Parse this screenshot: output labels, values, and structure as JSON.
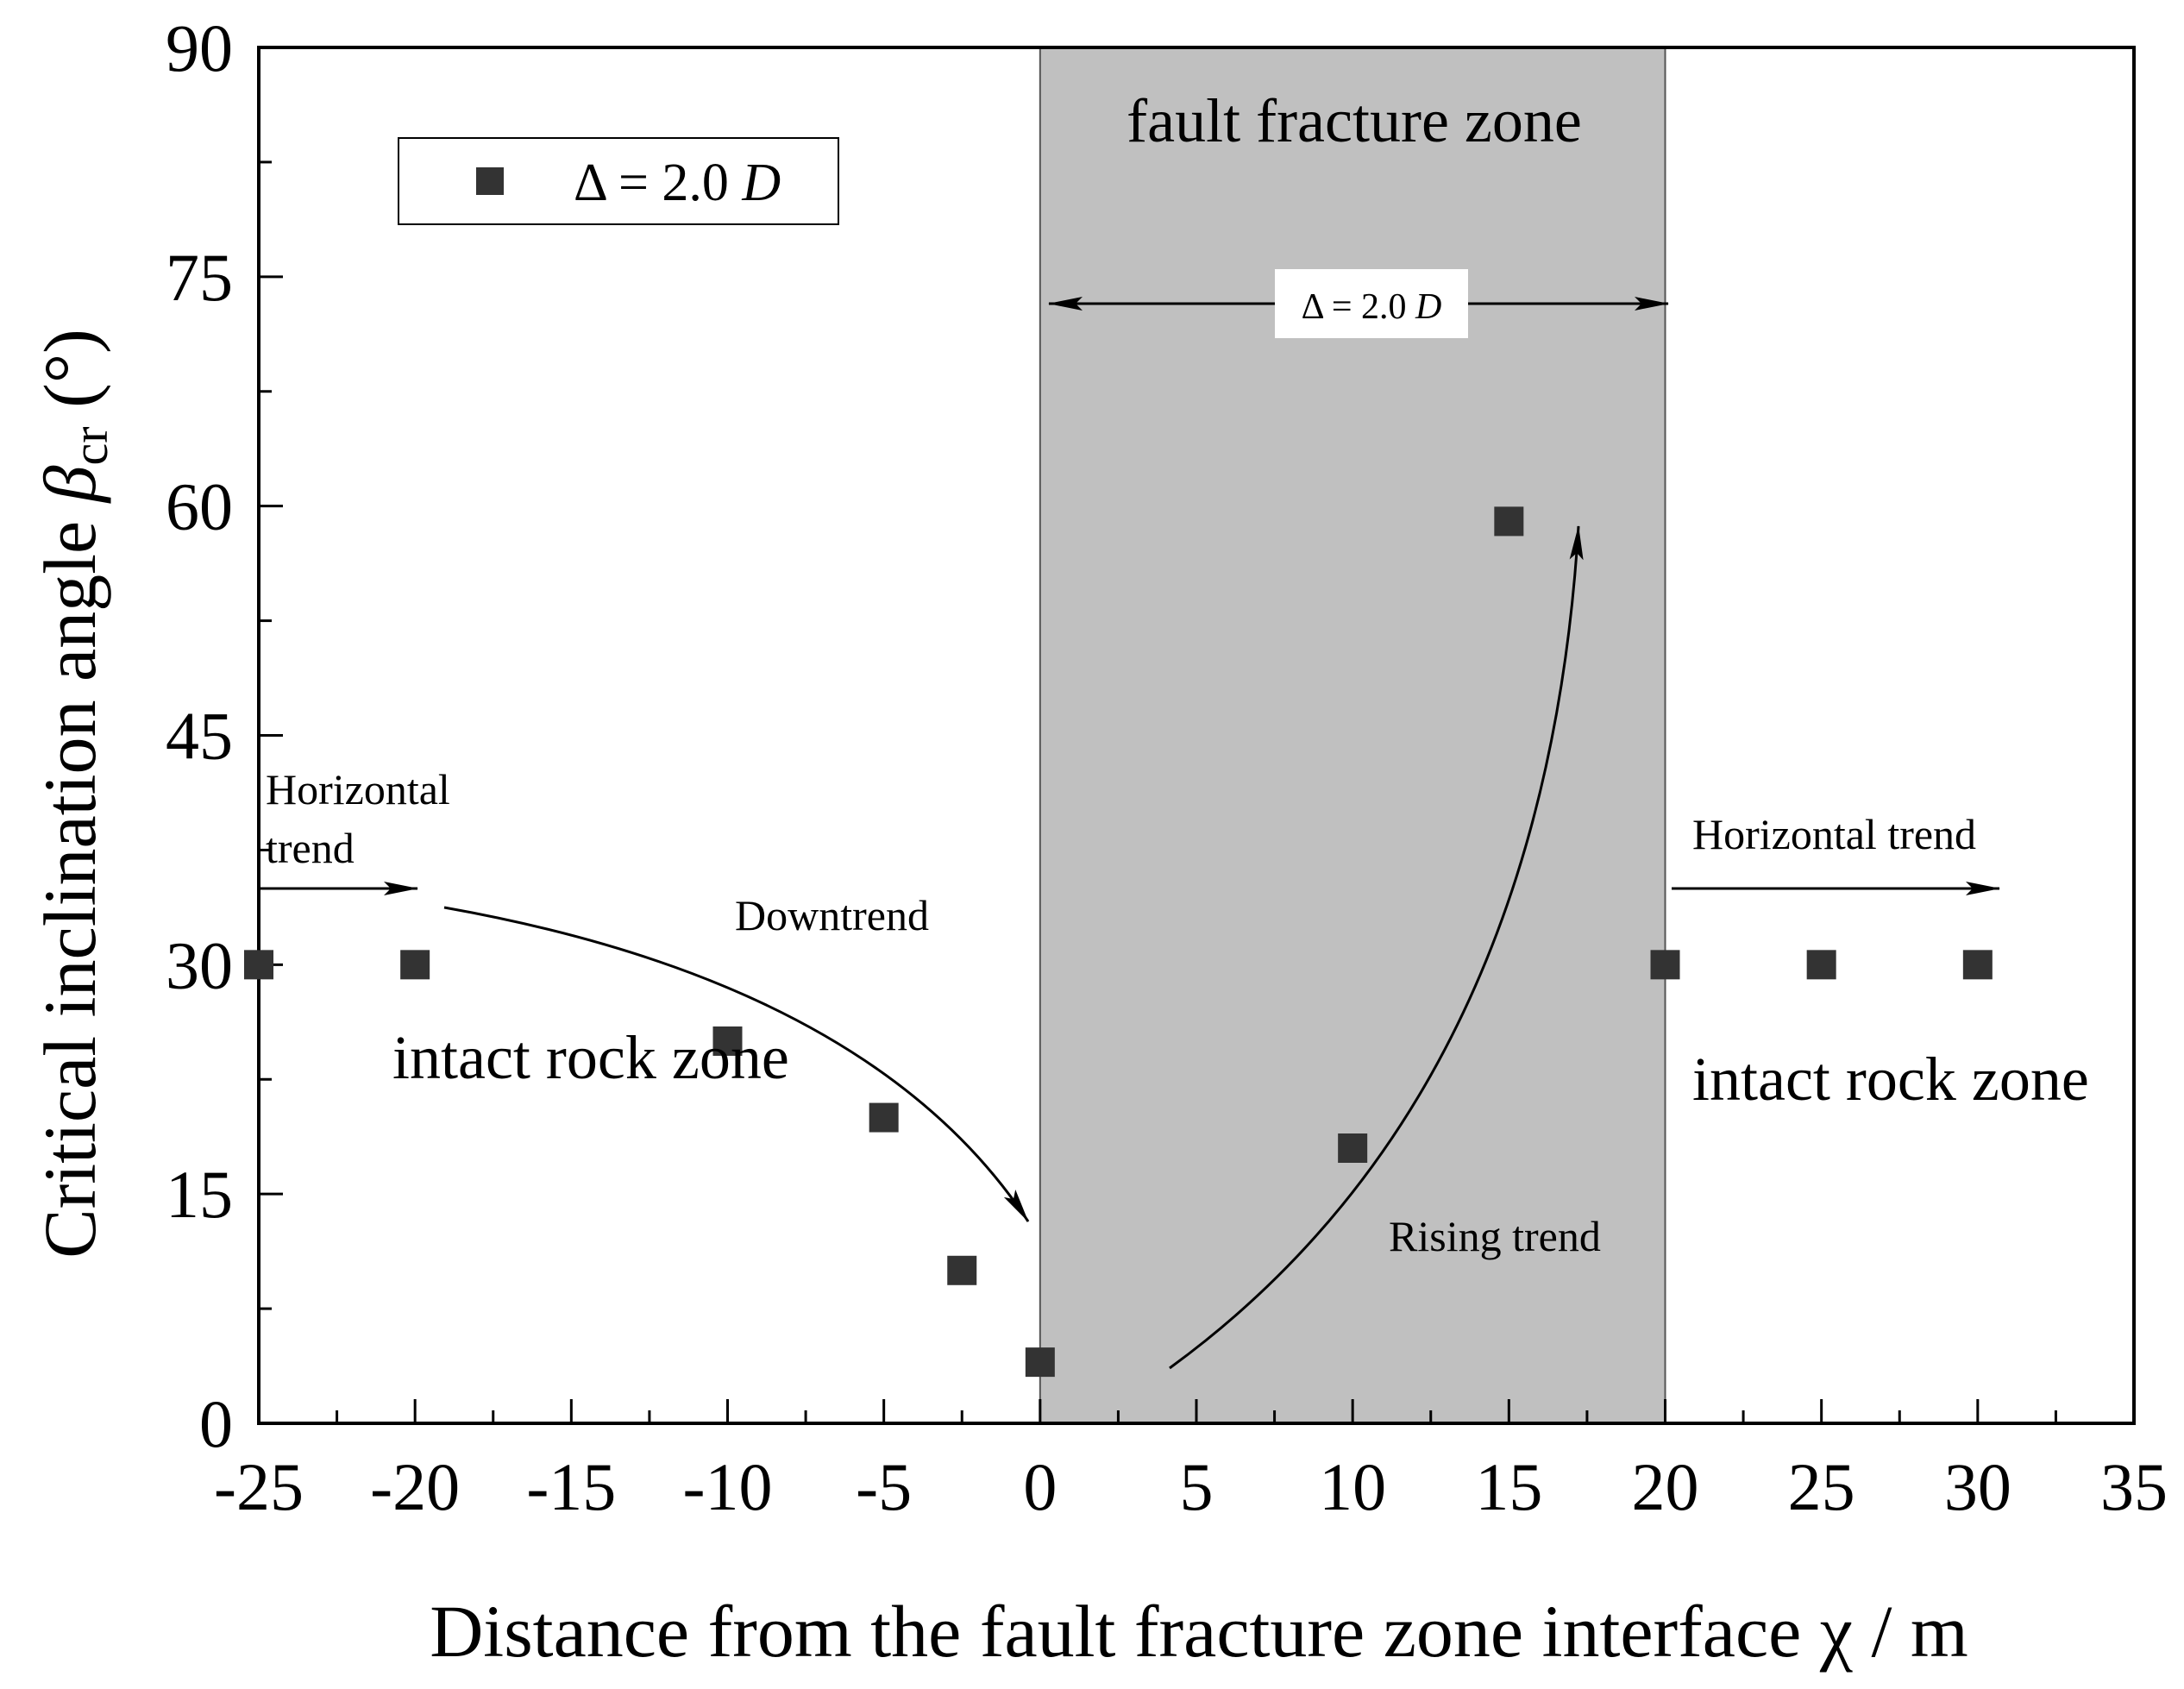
{
  "chart_data": {
    "type": "scatter",
    "xlabel": "Distance from the fault fracture zone interface χ / m",
    "ylabel": {
      "prefix": "Critical inclination angle ",
      "symbol": "β",
      "subscript": "cr",
      "suffix": " (°)"
    },
    "xlim": [
      -25,
      35
    ],
    "ylim": [
      0,
      90
    ],
    "x_ticks": [
      "-25",
      "-20",
      "-15",
      "-10",
      "-5",
      "0",
      "5",
      "10",
      "15",
      "20",
      "25",
      "30",
      "35"
    ],
    "y_ticks": [
      "0",
      "15",
      "30",
      "45",
      "60",
      "75",
      "90"
    ],
    "legend": {
      "position": "top-left",
      "entries": [
        {
          "prefix": "Δ = 2.0 ",
          "suffix": "D"
        }
      ]
    },
    "series": [
      {
        "name": "Δ = 2.0 D",
        "color": "#333333",
        "marker": "square",
        "x": [
          -25,
          -20,
          -10,
          -5,
          -2.5,
          0,
          10,
          15,
          20,
          25,
          30
        ],
        "y": [
          30,
          30,
          25,
          20,
          10,
          4,
          18,
          59,
          30,
          30,
          30
        ]
      }
    ],
    "shaded_region": {
      "x_start": 0,
      "x_end": 20,
      "color": "#c0c0c0",
      "label": "fault fracture zone"
    },
    "width_annotation": {
      "prefix": "Δ = 2.0 ",
      "suffix": "D"
    },
    "annotations": {
      "intact_left": "intact rock zone",
      "intact_right": "intact rock zone",
      "horizontal_left_line1": "Horizontal",
      "horizontal_left_line2": "trend",
      "horizontal_right": "Horizontal trend",
      "downtrend": "Downtrend",
      "rising": "Rising trend"
    },
    "grid": false
  }
}
